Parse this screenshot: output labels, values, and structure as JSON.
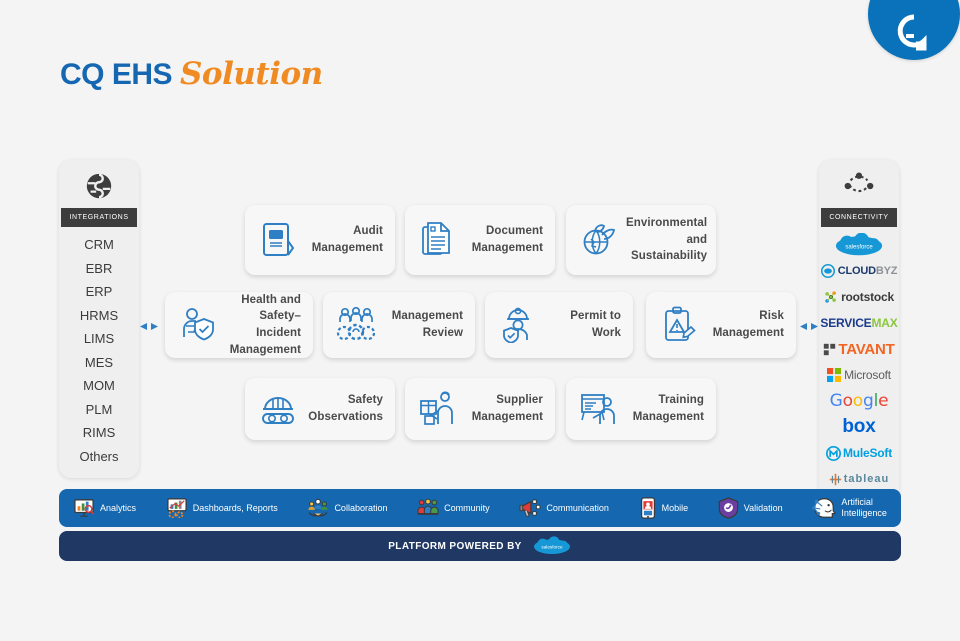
{
  "page": {
    "title_part1": "CQ EHS",
    "title_part2": "Solution",
    "brand_blue": "#1667b1",
    "brand_orange": "#ef8b22",
    "logo_icon": "cq-logo-icon"
  },
  "left_panel": {
    "icon": "integrations-globe-puzzle-icon",
    "band_label": "INTEGRATIONS",
    "items": [
      {
        "label": "CRM"
      },
      {
        "label": "EBR"
      },
      {
        "label": "ERP"
      },
      {
        "label": "HRMS"
      },
      {
        "label": "LIMS"
      },
      {
        "label": "MES"
      },
      {
        "label": "MOM"
      },
      {
        "label": "PLM"
      },
      {
        "label": "RIMS"
      },
      {
        "label": "Others"
      }
    ]
  },
  "right_panel": {
    "icon": "connectivity-network-icon",
    "band_label": "CONNECTIVITY",
    "logos": [
      {
        "name": "salesforce-logo",
        "label": "salesforce"
      },
      {
        "name": "cloudbyz-logo",
        "label": "CLOUDBYZ"
      },
      {
        "name": "rootstock-logo",
        "label": "rootstock"
      },
      {
        "name": "servicemax-logo",
        "label": "SERVICEMAX"
      },
      {
        "name": "tavant-logo",
        "label": "TAVANT"
      },
      {
        "name": "microsoft-logo",
        "label": "Microsoft"
      },
      {
        "name": "google-logo",
        "label": "Google"
      },
      {
        "name": "box-logo",
        "label": "box"
      },
      {
        "name": "mulesoft-logo",
        "label": "MuleSoft"
      },
      {
        "name": "tableau-logo",
        "label": "tableau"
      }
    ]
  },
  "cards": {
    "row1": [
      {
        "name": "audit-management-card",
        "icon": "audit-folder-icon",
        "label": "Audit\nManagement"
      },
      {
        "name": "document-management-card",
        "icon": "documents-icon",
        "label": "Document\nManagement"
      },
      {
        "name": "environmental-sustainability-card",
        "icon": "globe-leaf-icon",
        "label": "Environmental\nand\nSustainability"
      }
    ],
    "row2": [
      {
        "name": "health-safety-incident-management-card",
        "icon": "injured-person-shield-icon",
        "label": "Health and\nSafety– Incident\nManagement"
      },
      {
        "name": "management-review-card",
        "icon": "gears-people-icon",
        "label": "Management\nReview"
      },
      {
        "name": "permit-to-work-card",
        "icon": "worker-helmet-shield-icon",
        "label": "Permit to Work"
      },
      {
        "name": "risk-management-card",
        "icon": "clipboard-warning-icon",
        "label": "Risk\nManagement"
      }
    ],
    "row3": [
      {
        "name": "safety-observations-card",
        "icon": "hardhat-goggles-icon",
        "label": "Safety\nObservations"
      },
      {
        "name": "supplier-management-card",
        "icon": "box-worker-icon",
        "label": "Supplier\nManagement"
      },
      {
        "name": "training-management-card",
        "icon": "whiteboard-presenter-icon",
        "label": "Training\nManagement"
      }
    ]
  },
  "feature_bar": {
    "background": "#1568b0",
    "items": [
      {
        "name": "analytics-item",
        "icon": "analytics-chart-icon",
        "label": "Analytics"
      },
      {
        "name": "dashboards-reports-item",
        "icon": "dashboard-gear-icon",
        "label": "Dashboards, Reports"
      },
      {
        "name": "collaboration-item",
        "icon": "handshake-people-icon",
        "label": "Collaboration"
      },
      {
        "name": "community-item",
        "icon": "community-group-icon",
        "label": "Community"
      },
      {
        "name": "communication-item",
        "icon": "megaphone-icon",
        "label": "Communication"
      },
      {
        "name": "mobile-item",
        "icon": "mobile-phone-icon",
        "label": "Mobile"
      },
      {
        "name": "validation-item",
        "icon": "validation-shield-icon",
        "label": "Validation"
      },
      {
        "name": "artificial-intelligence-item",
        "icon": "ai-head-icon",
        "label": "Artificial\nIntelligence"
      }
    ]
  },
  "platform_bar": {
    "background": "#1f3864",
    "label": "PLATFORM POWERED BY",
    "logo": "salesforce-cloud-logo",
    "logo_label": "salesforce"
  },
  "connectors": {
    "left": "double-arrow-left-icon",
    "right": "double-arrow-right-icon"
  }
}
